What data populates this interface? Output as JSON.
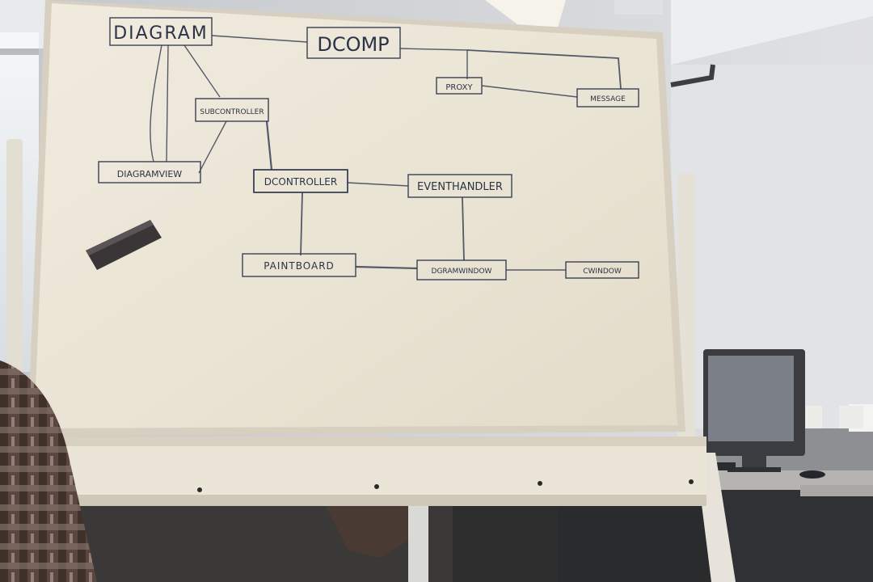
{
  "whiteboard": {
    "nodes": {
      "diagram": "DIAGRAM",
      "dcomp": "DCOMP",
      "proxy": "PROXY",
      "message": "MESSAGE",
      "subcontroller": "SUBCONTROLLER",
      "diagramview": "DIAGRAMVIEW",
      "dcontroller": "DCONTROLLER",
      "eventhandler": "EVENTHANDLER",
      "paintboard": "PAINTBOARD",
      "dgramwindow": "DGRAMWINDOW",
      "cwindow": "CWINDOW"
    },
    "colors": {
      "board": "#ece6d6",
      "ink": "#2c3346",
      "frame": "#d9d2c2"
    }
  }
}
